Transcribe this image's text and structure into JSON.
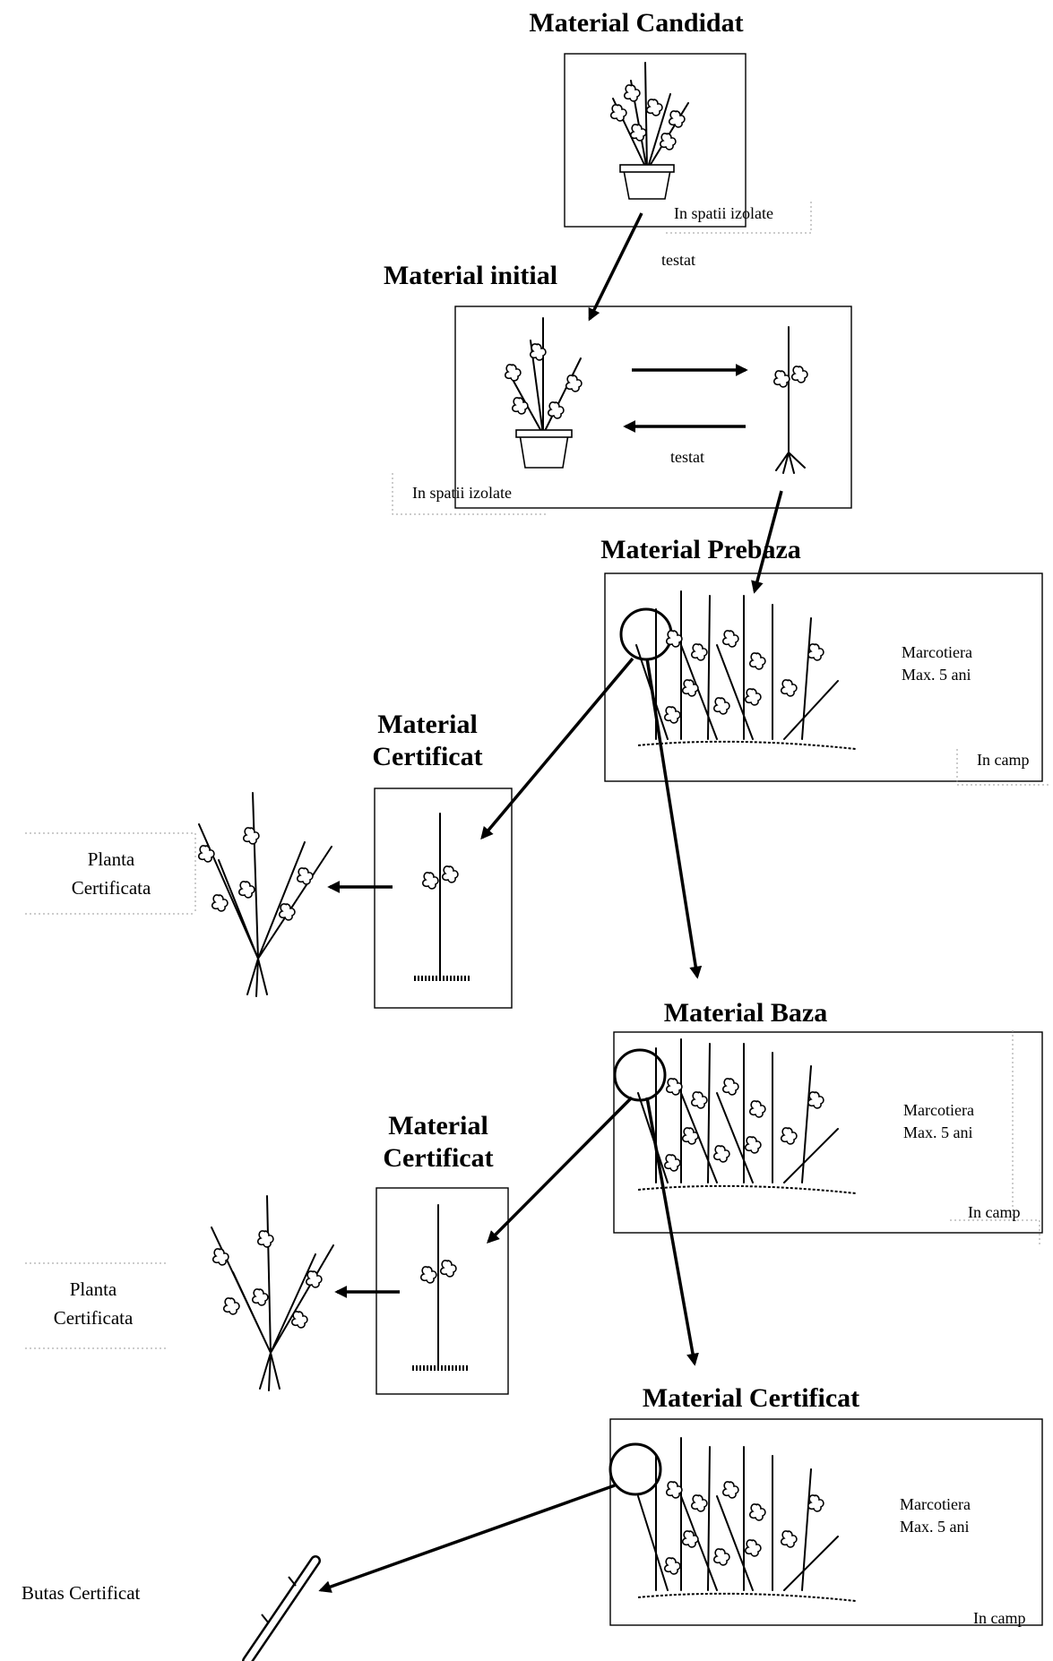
{
  "titles": {
    "candidat": "Material Candidat",
    "initial": "Material initial",
    "prebaza": "Material Prebaza",
    "certificat1_line1": "Material",
    "certificat1_line2": "Certificat",
    "baza": "Material Baza",
    "certificat2_line1": "Material",
    "certificat2_line2": "Certificat",
    "certificat3": "Material Certificat"
  },
  "labels": {
    "spatii1": "In spatii izolate",
    "testat1": "testat",
    "testat2": "testat",
    "spatii2": "In spatii izolate",
    "marcotiera1_l1": "Marcotiera",
    "marcotiera1_l2": "Max. 5 ani",
    "camp1": "In camp",
    "planta1_l1": "Planta",
    "planta1_l2": "Certificata",
    "marcotiera2_l1": "Marcotiera",
    "marcotiera2_l2": "Max. 5 ani",
    "camp2": "In camp",
    "planta2_l1": "Planta",
    "planta2_l2": "Certificata",
    "marcotiera3_l1": "Marcotiera",
    "marcotiera3_l2": "Max. 5 ani",
    "camp3": "In camp",
    "butas": "Butas Certificat"
  }
}
